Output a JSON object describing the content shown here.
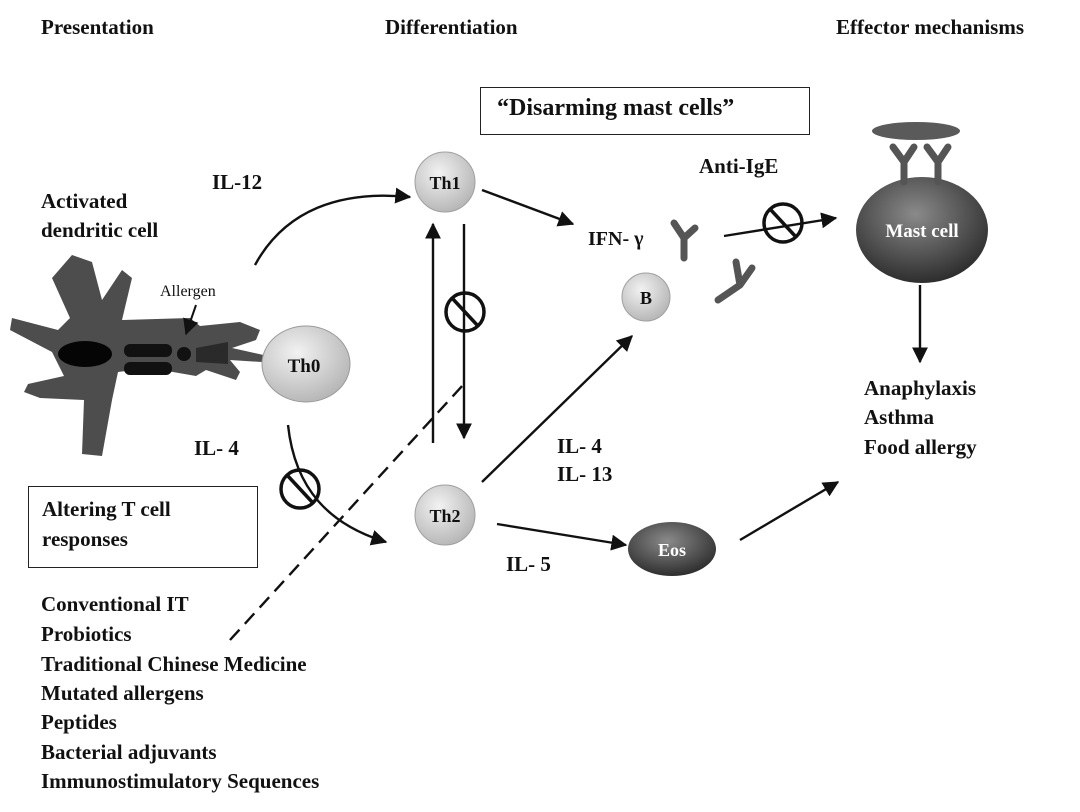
{
  "headings": {
    "presentation": "Presentation",
    "differentiation": "Differentiation",
    "effector": "Effector mechanisms"
  },
  "boxes": {
    "disarming": "“Disarming mast cells”",
    "altering_line1": "Altering T cell",
    "altering_line2": "responses"
  },
  "cells": {
    "th0": "Th0",
    "th1": "Th1",
    "th2": "Th2",
    "b": "B",
    "eos": "Eos",
    "mast": "Mast cell",
    "dendritic_line1": "Activated",
    "dendritic_line2": "dendritic cell",
    "allergen": "Allergen"
  },
  "cytokines": {
    "il12": "IL-12",
    "il4_left": "IL- 4",
    "il4_right": "IL- 4",
    "il13": "IL- 13",
    "il5": "IL- 5",
    "ifn": "IFN- γ",
    "anti_ige": "Anti-IgE"
  },
  "outcomes": [
    "Anaphylaxis",
    "Asthma",
    "Food allergy"
  ],
  "therapies": [
    "Conventional IT",
    "Probiotics",
    "Traditional Chinese Medicine",
    "Mutated allergens",
    "Peptides",
    "Bacterial adjuvants",
    "Immunostimulatory Sequences"
  ],
  "colors": {
    "line": "#111111",
    "cell_light": "#d2d2d2",
    "cell_dark": "#4a4a4a",
    "dendritic": "#4d4d4d"
  }
}
